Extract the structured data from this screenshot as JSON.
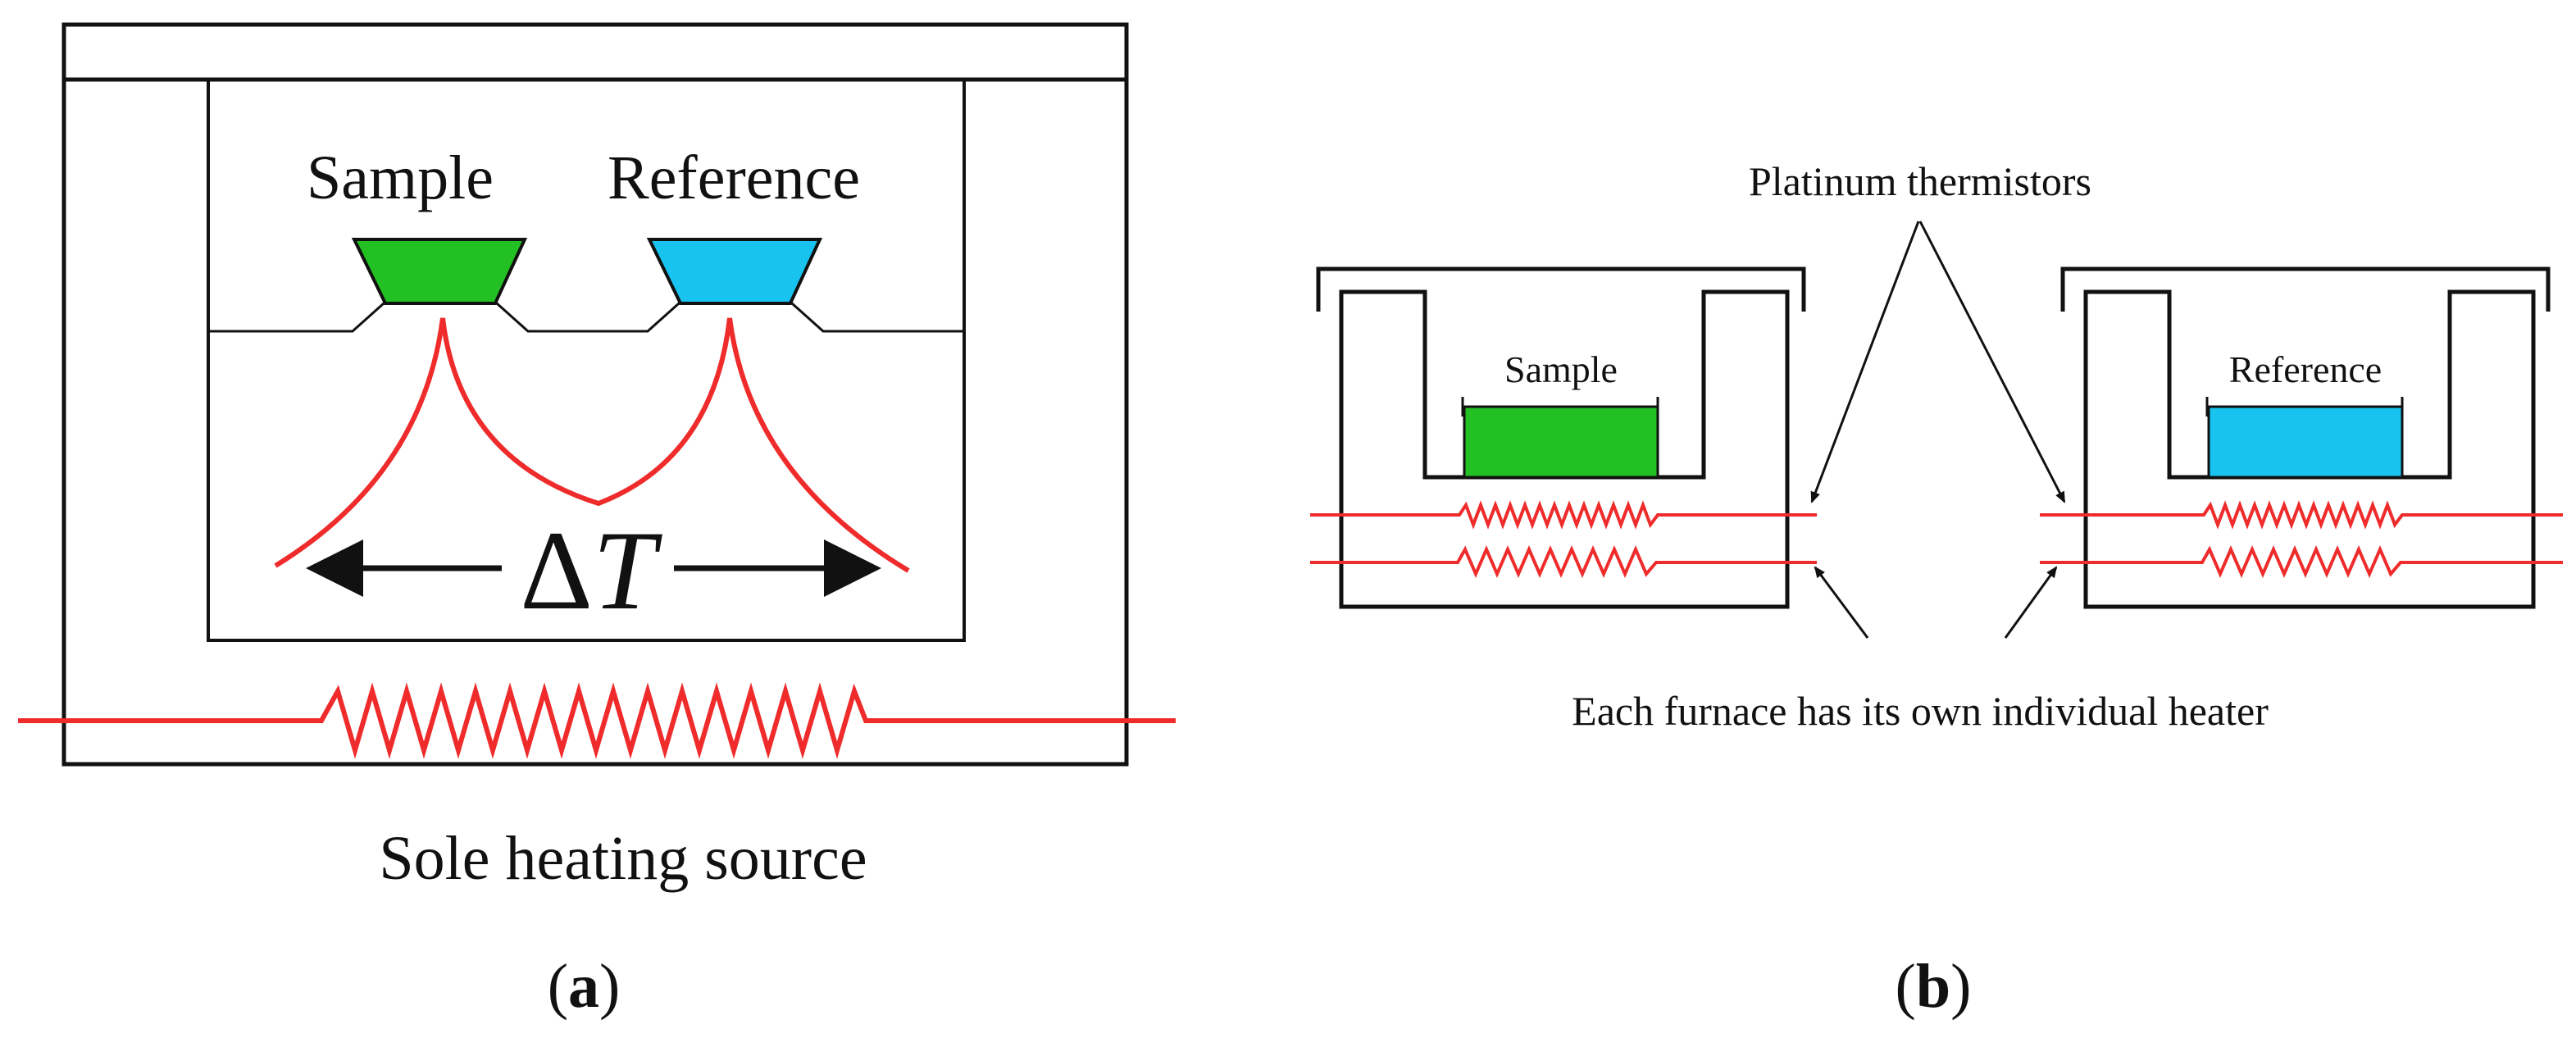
{
  "panel_a": {
    "sample_label": "Sample",
    "reference_label": "Reference",
    "delta_symbol": "Δ",
    "delta_variable": "T",
    "caption": "Sole heating source",
    "panel_letter": "a"
  },
  "panel_b": {
    "thermistor_label": "Platinum thermistors",
    "sample_label": "Sample",
    "reference_label": "Reference",
    "heater_caption": "Each furnace has its own individual heater",
    "panel_letter": "b"
  },
  "colors": {
    "sample": "#22c022",
    "reference": "#18c3f0",
    "wire": "#ef2b2b",
    "ink": "#111111"
  }
}
